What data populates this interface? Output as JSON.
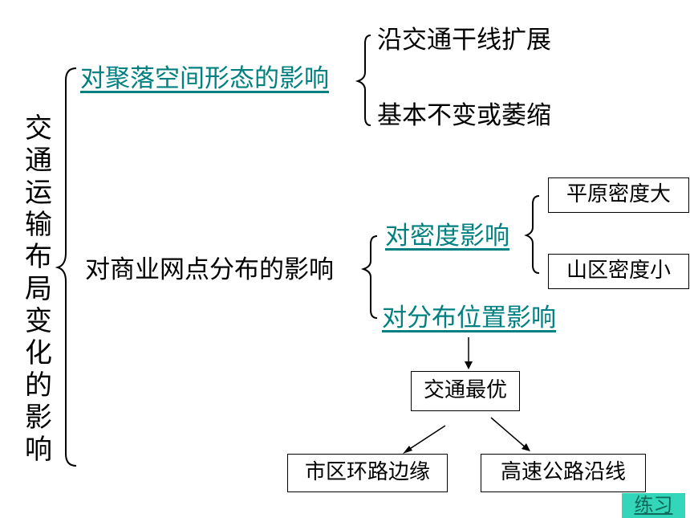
{
  "root": {
    "text": "交\n通\n运\n输\n布\n局\n变\n化\n的\n影\n响"
  },
  "branch1": {
    "label": "对聚落空间形态的影响",
    "sub1": "沿交通干线扩展",
    "sub2": "基本不变或萎缩"
  },
  "branch2": {
    "label": "对商业网点分布的影响",
    "density": {
      "label": "对密度影响",
      "plain": "平原密度大",
      "mountain": "山区密度小"
    },
    "location": {
      "label": "对分布位置影响",
      "best": "交通最优",
      "ring": "市区环路边缘",
      "highway": "高速公路沿线"
    }
  },
  "exercise_button": "练习",
  "colors": {
    "link": "#008080",
    "button_bg": "#33d6b8",
    "button_text": "#0d6b5c"
  }
}
